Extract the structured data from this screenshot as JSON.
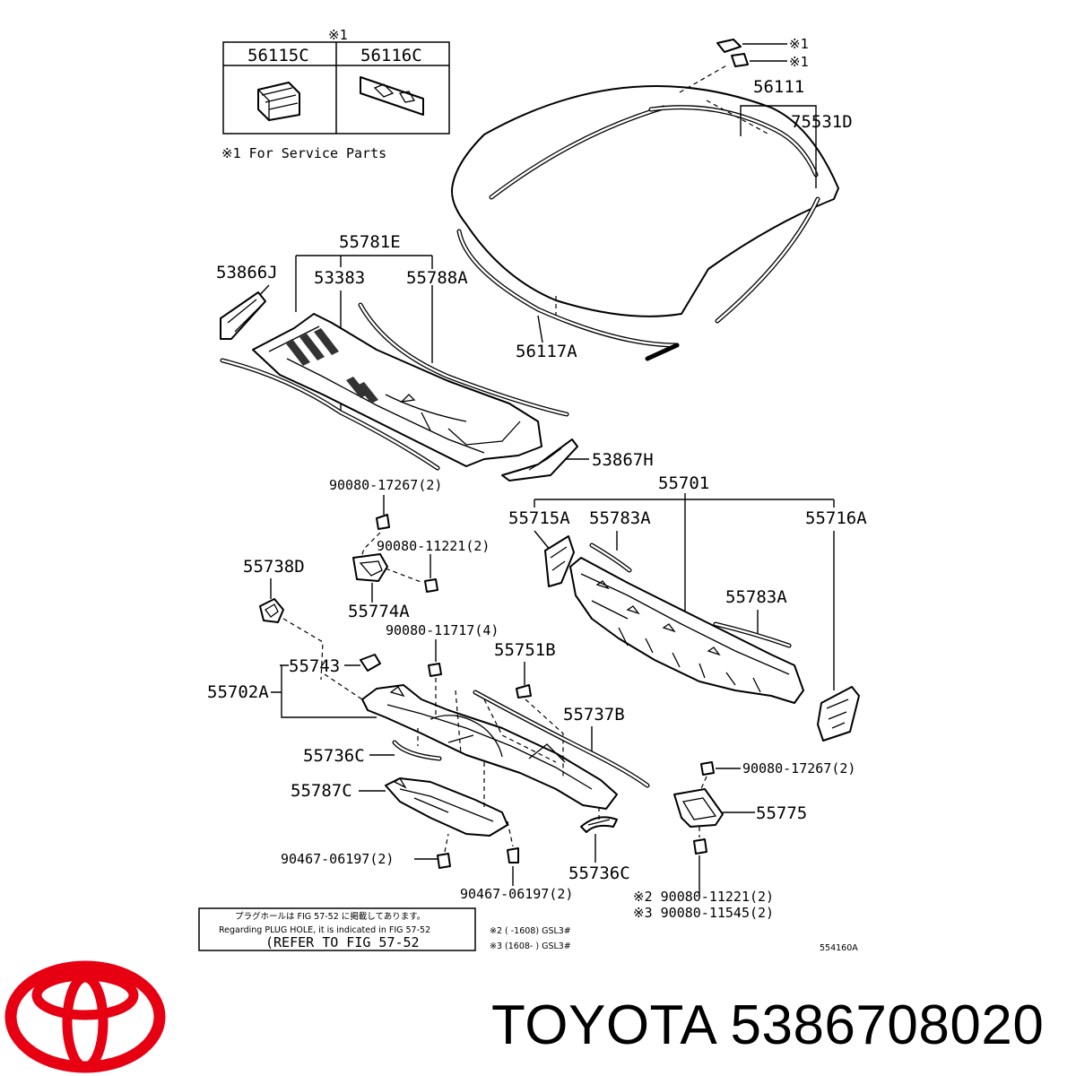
{
  "colors": {
    "logo_red": "#e60012",
    "ink": "#000000",
    "background": "#ffffff"
  },
  "brand": {
    "logo": "toyota-logo",
    "text": "TOYOTA 5386708020"
  },
  "inset_table": {
    "mark": "※1",
    "col1": "56115C",
    "col2": "56116C",
    "footnote": "※1 For Service Parts"
  },
  "labels": {
    "p56111": "56111",
    "p75531d": "75531D",
    "p55781e": "55781E",
    "p53866j": "53866J",
    "p53383": "53383",
    "p55788a": "55788A",
    "p56117a": "56117A",
    "p53867h": "53867H",
    "p90080_17267_top": "90080-17267(2)",
    "p55701": "55701",
    "p55715a": "55715A",
    "p55783a_top": "55783A",
    "p55716a": "55716A",
    "p90080_11221": "90080-11221(2)",
    "p55738d": "55738D",
    "p55774a": "55774A",
    "p55783a_mid": "55783A",
    "p90080_11717": "90080-11717(4)",
    "p55751b": "55751B",
    "p55743": "55743",
    "p55702a": "55702A",
    "p55737b": "55737B",
    "p55736c_left": "55736C",
    "p90080_17267_right": "90080-17267(2)",
    "p55787c": "55787C",
    "p55775": "55775",
    "p90467_06197_left": "90467-06197(2)",
    "p55736c_bottom": "55736C",
    "p90467_06197_bottom": "90467-06197(2)",
    "p90080_11221_x2": "※2 90080-11221(2)",
    "p90080_11545_x3": "※3 90080-11545(2)",
    "clip_mark_1": "※1",
    "clip_mark_2": "※1"
  },
  "notes": {
    "refer_line1": "プラグホールは FIG 57-52 に掲載してあります。",
    "refer_line2": "Regarding PLUG HOLE, it is indicated in FIG 57-52",
    "refer_line3": "(REFER TO FIG 57-52",
    "note_x2": "※2 (      -1608) GSL3#",
    "note_x3": "※3 (1608-      ) GSL3#",
    "figure_code": "554160A"
  }
}
